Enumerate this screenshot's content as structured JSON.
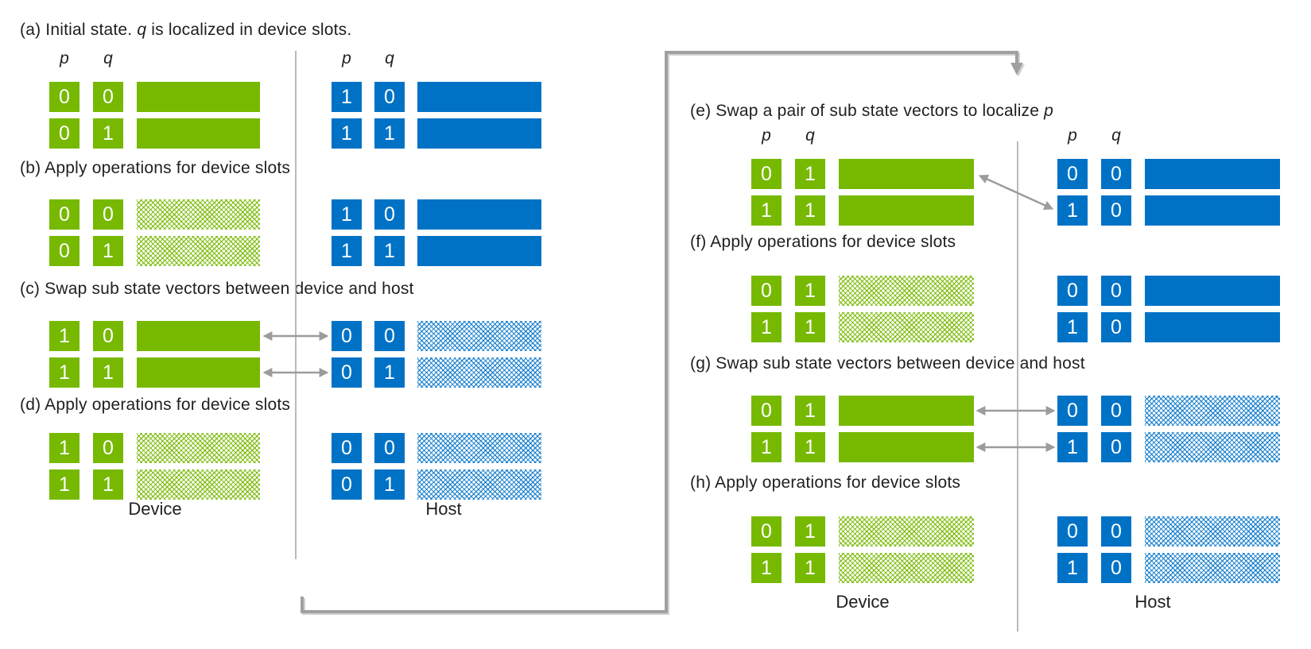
{
  "figure": {
    "description_labels": {
      "device_label": "Device",
      "host_label": "Host"
    },
    "column_labels": {
      "p": "p",
      "q": "q"
    },
    "colors": {
      "device_green": "#76b900",
      "host_blue": "#0072c6",
      "arrow_gray": "#a0a0a0",
      "divider_gray": "#a8a8a8"
    }
  },
  "left_panel": {
    "device_label": "Device",
    "host_label": "Host",
    "steps": [
      {
        "id": "a",
        "heading_pre": "(a) Initial state. ",
        "heading_em": "q",
        "heading_post": " is localized in device slots.",
        "device_rows": [
          {
            "p": "0",
            "q": "0",
            "fill": "solid"
          },
          {
            "p": "0",
            "q": "1",
            "fill": "solid"
          }
        ],
        "host_rows": [
          {
            "p": "1",
            "q": "0",
            "fill": "solid"
          },
          {
            "p": "1",
            "q": "1",
            "fill": "solid"
          }
        ]
      },
      {
        "id": "b",
        "heading_pre": "(b) Apply operations for device slots",
        "heading_em": "",
        "heading_post": "",
        "device_rows": [
          {
            "p": "0",
            "q": "0",
            "fill": "hatched"
          },
          {
            "p": "0",
            "q": "1",
            "fill": "hatched"
          }
        ],
        "host_rows": [
          {
            "p": "1",
            "q": "0",
            "fill": "solid"
          },
          {
            "p": "1",
            "q": "1",
            "fill": "solid"
          }
        ]
      },
      {
        "id": "c",
        "heading_pre": "(c) Swap sub state vectors between device and host",
        "heading_em": "",
        "heading_post": "",
        "device_rows": [
          {
            "p": "1",
            "q": "0",
            "fill": "solid"
          },
          {
            "p": "1",
            "q": "1",
            "fill": "solid"
          }
        ],
        "host_rows": [
          {
            "p": "0",
            "q": "0",
            "fill": "hatched"
          },
          {
            "p": "0",
            "q": "1",
            "fill": "hatched"
          }
        ]
      },
      {
        "id": "d",
        "heading_pre": "(d) Apply operations for device slots",
        "heading_em": "",
        "heading_post": "",
        "device_rows": [
          {
            "p": "1",
            "q": "0",
            "fill": "hatched"
          },
          {
            "p": "1",
            "q": "1",
            "fill": "hatched"
          }
        ],
        "host_rows": [
          {
            "p": "0",
            "q": "0",
            "fill": "hatched"
          },
          {
            "p": "0",
            "q": "1",
            "fill": "hatched"
          }
        ]
      }
    ]
  },
  "right_panel": {
    "device_label": "Device",
    "host_label": "Host",
    "steps": [
      {
        "id": "e",
        "heading_pre": "(e) Swap a pair of sub state vectors to localize ",
        "heading_em": "p",
        "heading_post": "",
        "device_rows": [
          {
            "p": "0",
            "q": "1",
            "fill": "solid"
          },
          {
            "p": "1",
            "q": "1",
            "fill": "solid"
          }
        ],
        "host_rows": [
          {
            "p": "0",
            "q": "0",
            "fill": "solid"
          },
          {
            "p": "1",
            "q": "0",
            "fill": "solid"
          }
        ]
      },
      {
        "id": "f",
        "heading_pre": "(f) Apply operations for device slots",
        "heading_em": "",
        "heading_post": "",
        "device_rows": [
          {
            "p": "0",
            "q": "1",
            "fill": "hatched"
          },
          {
            "p": "1",
            "q": "1",
            "fill": "hatched"
          }
        ],
        "host_rows": [
          {
            "p": "0",
            "q": "0",
            "fill": "solid"
          },
          {
            "p": "1",
            "q": "0",
            "fill": "solid"
          }
        ]
      },
      {
        "id": "g",
        "heading_pre": "(g) Swap sub state vectors between device and host",
        "heading_em": "",
        "heading_post": "",
        "device_rows": [
          {
            "p": "0",
            "q": "1",
            "fill": "solid"
          },
          {
            "p": "1",
            "q": "1",
            "fill": "solid"
          }
        ],
        "host_rows": [
          {
            "p": "0",
            "q": "0",
            "fill": "hatched"
          },
          {
            "p": "1",
            "q": "0",
            "fill": "hatched"
          }
        ]
      },
      {
        "id": "h",
        "heading_pre": "(h) Apply operations for device slots",
        "heading_em": "",
        "heading_post": "",
        "device_rows": [
          {
            "p": "0",
            "q": "1",
            "fill": "hatched"
          },
          {
            "p": "1",
            "q": "1",
            "fill": "hatched"
          }
        ],
        "host_rows": [
          {
            "p": "0",
            "q": "0",
            "fill": "hatched"
          },
          {
            "p": "1",
            "q": "0",
            "fill": "hatched"
          }
        ]
      }
    ]
  }
}
